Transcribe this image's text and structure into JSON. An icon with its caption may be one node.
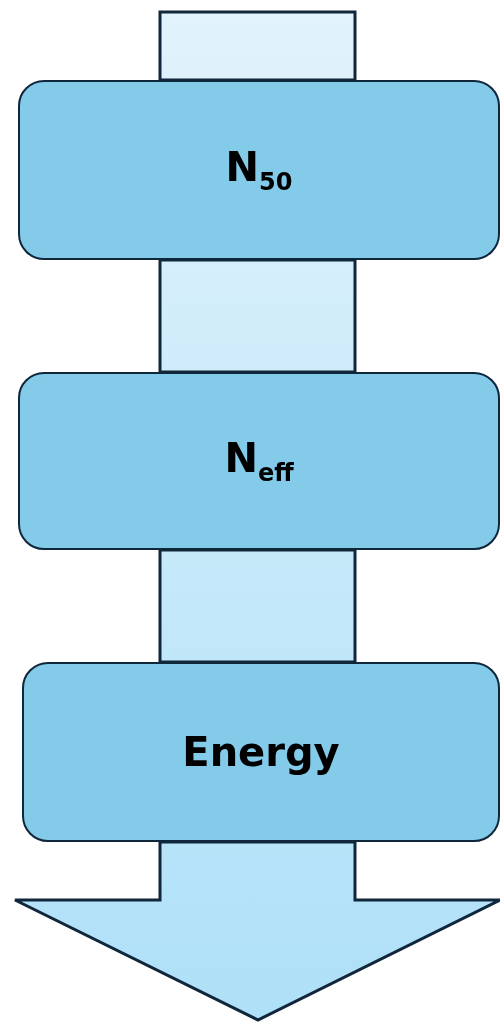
{
  "diagram": {
    "nodes": [
      {
        "text": [
          "N$_{50}$"
        ]
      },
      {
        "text": [
          "N$_{eff}$"
        ]
      },
      {
        "text": [
          "Energy"
        ]
      }
    ],
    "edges": [
      {
        "from": null,
        "to": 0,
        "arrow": "none",
        "style": "thick"
      },
      {
        "from": 0,
        "to": 1,
        "arrow": "none",
        "style": "thick"
      },
      {
        "from": 1,
        "to": 2,
        "arrow": "none",
        "style": "thick"
      },
      {
        "from": 2,
        "to": null,
        "arrow": "to",
        "style": "thick"
      }
    ]
  }
}
